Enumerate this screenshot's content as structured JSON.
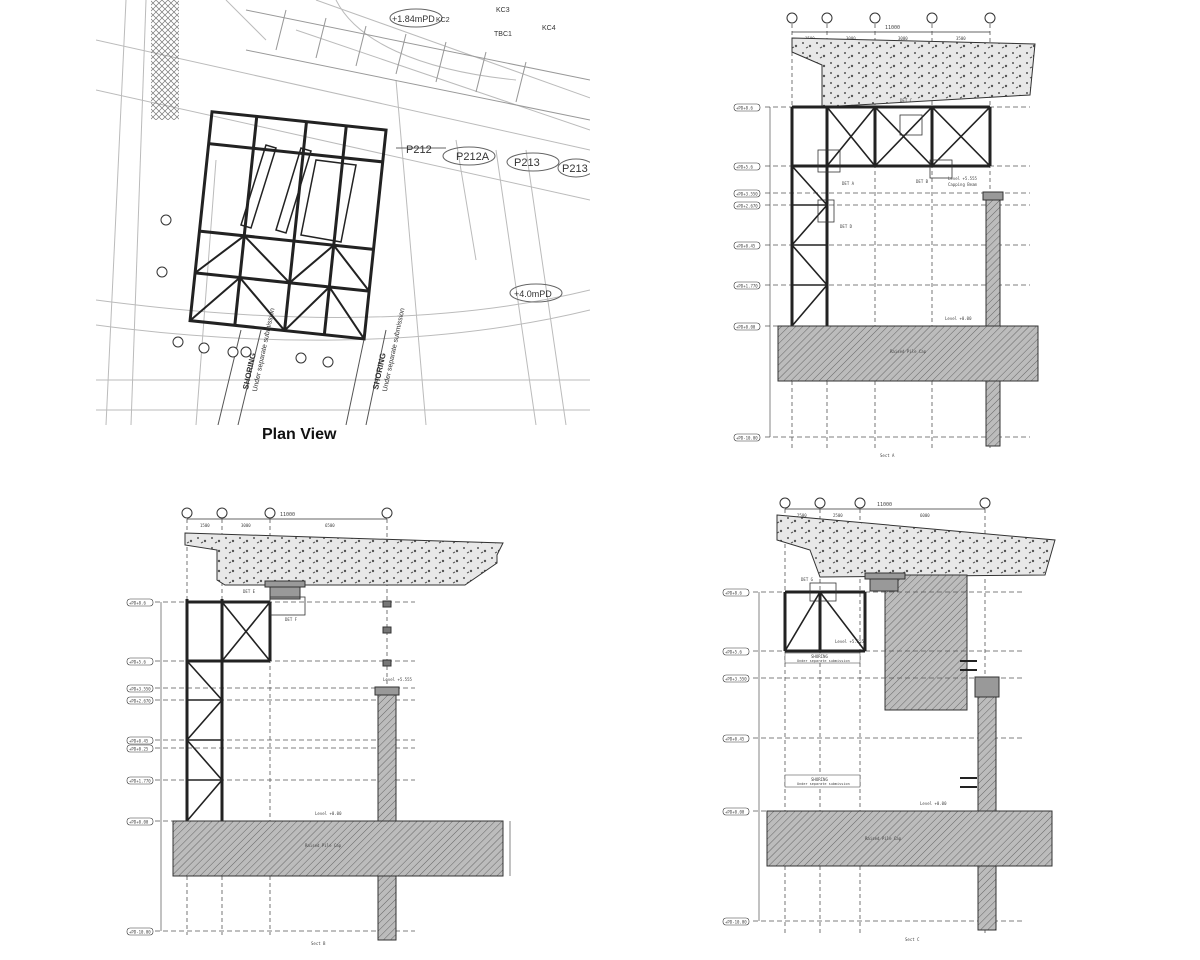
{
  "plan": {
    "title": "Plan View",
    "piers": [
      "P212",
      "P212A",
      "P213",
      "P213"
    ],
    "levels": [
      "+1.84mPD",
      "+4.0mPD"
    ],
    "shoring_label": "SHORING",
    "shoring_sub": "Under separate submission",
    "tags": [
      "KC3",
      "KC2",
      "KC4",
      "TBC1"
    ]
  },
  "sec_a": {
    "levels": [
      "+PD+8.6",
      "+PD+5.6",
      "+PD+3.550",
      "+PD+2.670",
      "+PD+0.45",
      "+PD+1.770",
      "+PD+0.00",
      "+PD-10.00"
    ],
    "span_total": "11000",
    "span_parts": [
      "1500",
      "3000",
      "3000",
      "3500"
    ],
    "dets": [
      "DET C",
      "DET A",
      "DET B",
      "DET D"
    ],
    "cap_label": "Level +5.555",
    "cap_sub": "Capping Beam",
    "found_label": "Level +0.00",
    "found_note": "Raised Pile Cap",
    "section": "Sect A"
  },
  "sec_b": {
    "levels": [
      "+PD+8.6",
      "+PD+5.6",
      "+PD+3.550",
      "+PD+2.670",
      "+PD+0.45",
      "+PD+0.25",
      "+PD+1.770",
      "+PD+0.00",
      "+PD-10.00"
    ],
    "span_total": "11000",
    "span_parts": [
      "1500",
      "3000",
      "6500"
    ],
    "dets": [
      "DET E",
      "DET F"
    ],
    "cap_label": "Level +5.555",
    "found_label": "Level +0.00",
    "found_note": "Raised Pile Cap",
    "section": "Sect B"
  },
  "sec_c": {
    "levels": [
      "+PD+8.6",
      "+PD+5.6",
      "+PD+3.550",
      "+PD+0.45",
      "+PD+0.00",
      "+PD-10.00"
    ],
    "span_total": "11000",
    "span_parts": [
      "2500",
      "2500",
      "6000"
    ],
    "dets": [
      "DET G"
    ],
    "shoring_label": "SHORING",
    "shoring_sub": "Under separate submission",
    "cap_label": "Level +5.555",
    "found_label": "Level +0.00",
    "found_note": "Raised Pile Cap",
    "section": "Sect C"
  }
}
